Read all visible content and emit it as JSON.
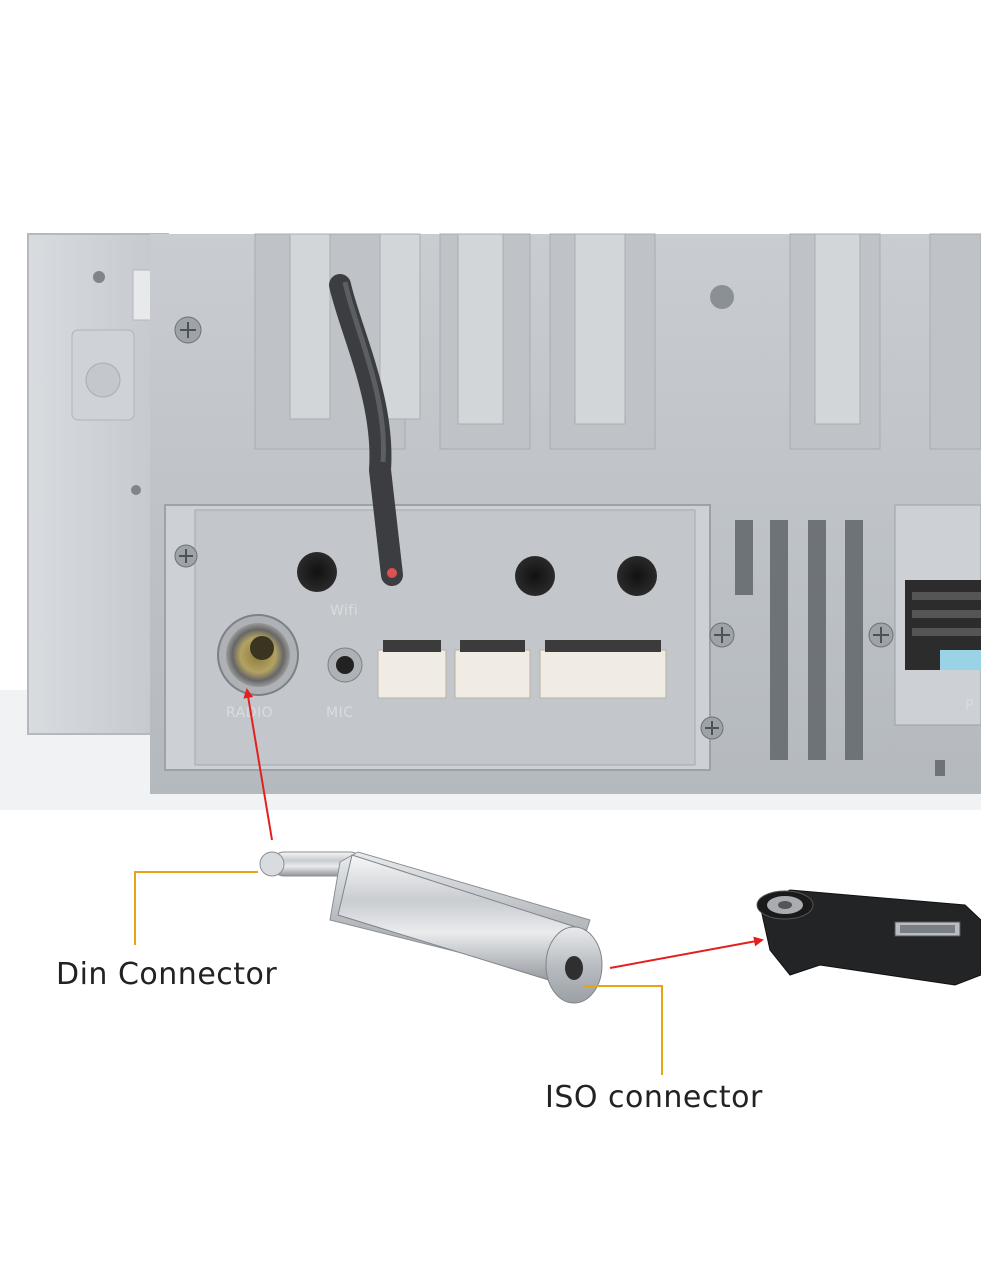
{
  "callouts": {
    "din_label": "Din Connector",
    "iso_label": "ISO connector",
    "leader_color": "#e8a317",
    "arrow_color": "#e32020"
  },
  "panel": {
    "wifi_label": "Wifi",
    "radio_label": "RADIO",
    "mic_label": "MIC",
    "edge_label": "P"
  }
}
